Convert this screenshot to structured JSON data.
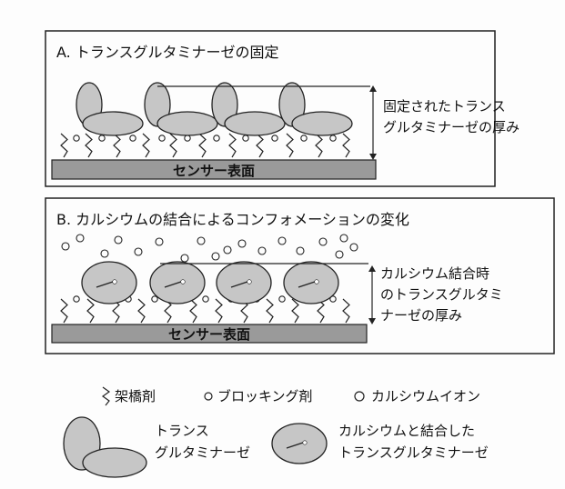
{
  "panel_a": {
    "title": "A. トランスグルタミナーゼの固定",
    "thickness_label": [
      "固定されたトランス",
      "グルタミナーゼの厚み"
    ],
    "sensor_label": "センサー表面"
  },
  "panel_b": {
    "title": "B. カルシウムの結合によるコンフォメーションの変化",
    "thickness_label": [
      "カルシウム結合時",
      "のトランスグルタミ",
      "ナーゼの厚み"
    ],
    "sensor_label": "センサー表面"
  },
  "legend": {
    "crosslinker": "架橋剤",
    "blocking_agent": "ブロッキング剤",
    "calcium_ion": "カルシウムイオン",
    "transglutaminase": [
      "トランス",
      "グルタミナーゼ"
    ],
    "ca_bound_transglutaminase": [
      "カルシウムと結合した",
      "トランスグルタミナーゼ"
    ]
  },
  "colors": {
    "protein_fill": "#c6c6c6",
    "sensor_fill": "#9a9a9a",
    "line": "#222222",
    "background": "#fdfdfd"
  },
  "icons": [
    "crosslinker-zigzag-icon",
    "blocking-agent-circle-icon",
    "calcium-ion-circle-icon",
    "transglutaminase-icon",
    "calcium-bound-transglutaminase-icon"
  ]
}
